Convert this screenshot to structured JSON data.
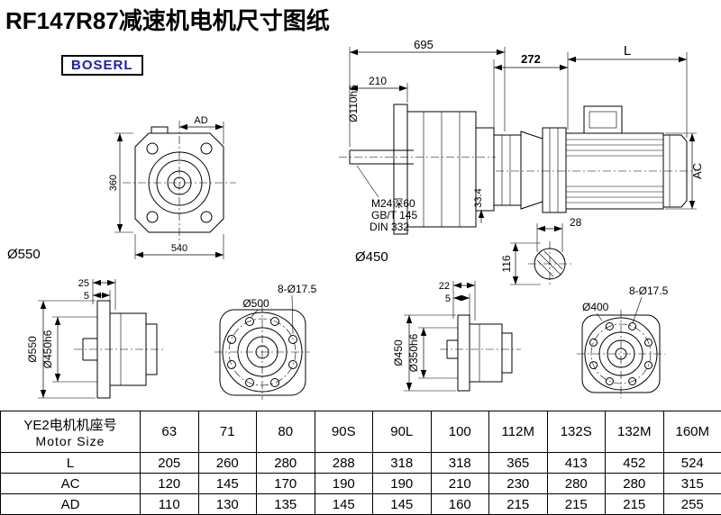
{
  "page": {
    "title": "RF147R87减速机电机尺寸图纸",
    "brand": "BOSERL"
  },
  "drawings": {
    "front_view": {
      "ad": "AD",
      "h360": "360",
      "w540": "540",
      "d550": "Ø550"
    },
    "side_view": {
      "d695": "695",
      "d210": "210",
      "shaft_dia": "Ø110h6",
      "thread": "M24深60",
      "std1": "GB/T 145",
      "std2": "DIN 332",
      "d334": "33.4",
      "d450": "Ø450"
    },
    "motor_view": {
      "d272": "272",
      "dL": "L",
      "dAC": "AC",
      "d28": "28",
      "d116": "116"
    },
    "bottom_view1": {
      "d25": "25",
      "d5": "5",
      "outer": "Ø550",
      "inner": "Ø450h6"
    },
    "bottom_view2": {
      "dia": "Ø500",
      "holes": "8-Ø17.5"
    },
    "bottom_view3": {
      "d22": "22",
      "d5": "5",
      "outer": "Ø450",
      "inner": "Ø350h6"
    },
    "bottom_view4": {
      "dia": "Ø400",
      "holes": "8-Ø17.5"
    }
  },
  "table": {
    "header_cn": "YE2电机机座号",
    "header_en": "Motor Size",
    "sizes": [
      "63",
      "71",
      "80",
      "90S",
      "90L",
      "100",
      "112M",
      "132S",
      "132M",
      "160M"
    ],
    "rows": [
      {
        "label": "L",
        "values": [
          "205",
          "260",
          "280",
          "288",
          "318",
          "318",
          "365",
          "413",
          "452",
          "524"
        ]
      },
      {
        "label": "AC",
        "values": [
          "120",
          "145",
          "170",
          "190",
          "190",
          "210",
          "230",
          "280",
          "280",
          "315"
        ]
      },
      {
        "label": "AD",
        "values": [
          "110",
          "130",
          "135",
          "145",
          "145",
          "160",
          "215",
          "215",
          "215",
          "255"
        ]
      }
    ]
  }
}
